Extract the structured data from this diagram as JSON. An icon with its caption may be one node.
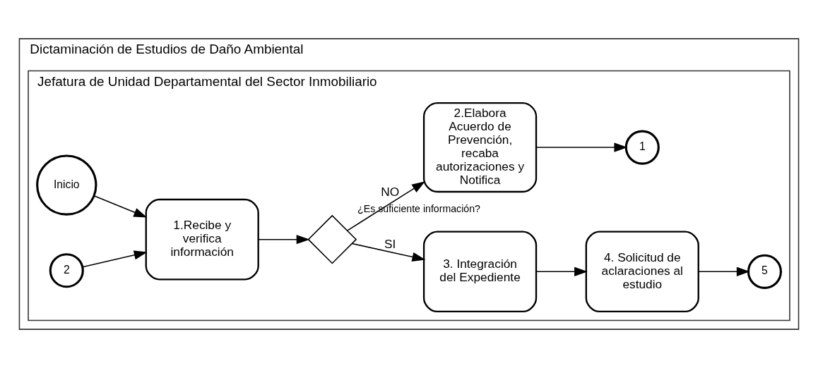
{
  "diagram": {
    "nodes": [
      {
        "text": [
          "Dictaminación de Estudios de Daño Ambiental"
        ]
      },
      {
        "text": [
          "Jefatura de Unidad Departamental del Sector Inmobiliario"
        ],
        "in": 0
      },
      {
        "text": [
          "Inicio"
        ],
        "in": 1
      },
      {
        "text": [
          "2"
        ],
        "in": 1
      },
      {
        "text": [
          "1.Recibe y verifica información"
        ],
        "in": 1
      },
      {
        "text": [
          "¿Es suficiente información?"
        ],
        "in": 1
      },
      {
        "text": [
          "3. Integración del Expediente"
        ],
        "in": 1
      },
      {
        "text": [
          "4. Solicitud de aclaraciones al estudio"
        ],
        "in": 1
      },
      {
        "text": [
          "5"
        ],
        "in": 1
      },
      {
        "text": [
          "2.Elabora Acuerdo de Prevención, recaba autorizaciones y Notifica"
        ],
        "in": 1
      },
      {
        "text": [
          "1"
        ],
        "in": 1
      }
    ],
    "edges": [
      {
        "from": 2,
        "to": 4,
        "arrow": "to"
      },
      {
        "from": 3,
        "to": 4,
        "arrow": "to"
      },
      {
        "from": 4,
        "to": 5,
        "arrow": "to"
      },
      {
        "from": 5,
        "to": 6,
        "arrow": "to",
        "label": "SI"
      },
      {
        "from": 6,
        "to": 7,
        "arrow": "to"
      },
      {
        "from": 7,
        "to": 8,
        "arrow": "to"
      },
      {
        "from": 5,
        "to": 9,
        "arrow": "to",
        "label": "NO"
      },
      {
        "from": 9,
        "to": 10,
        "arrow": "to"
      }
    ]
  }
}
